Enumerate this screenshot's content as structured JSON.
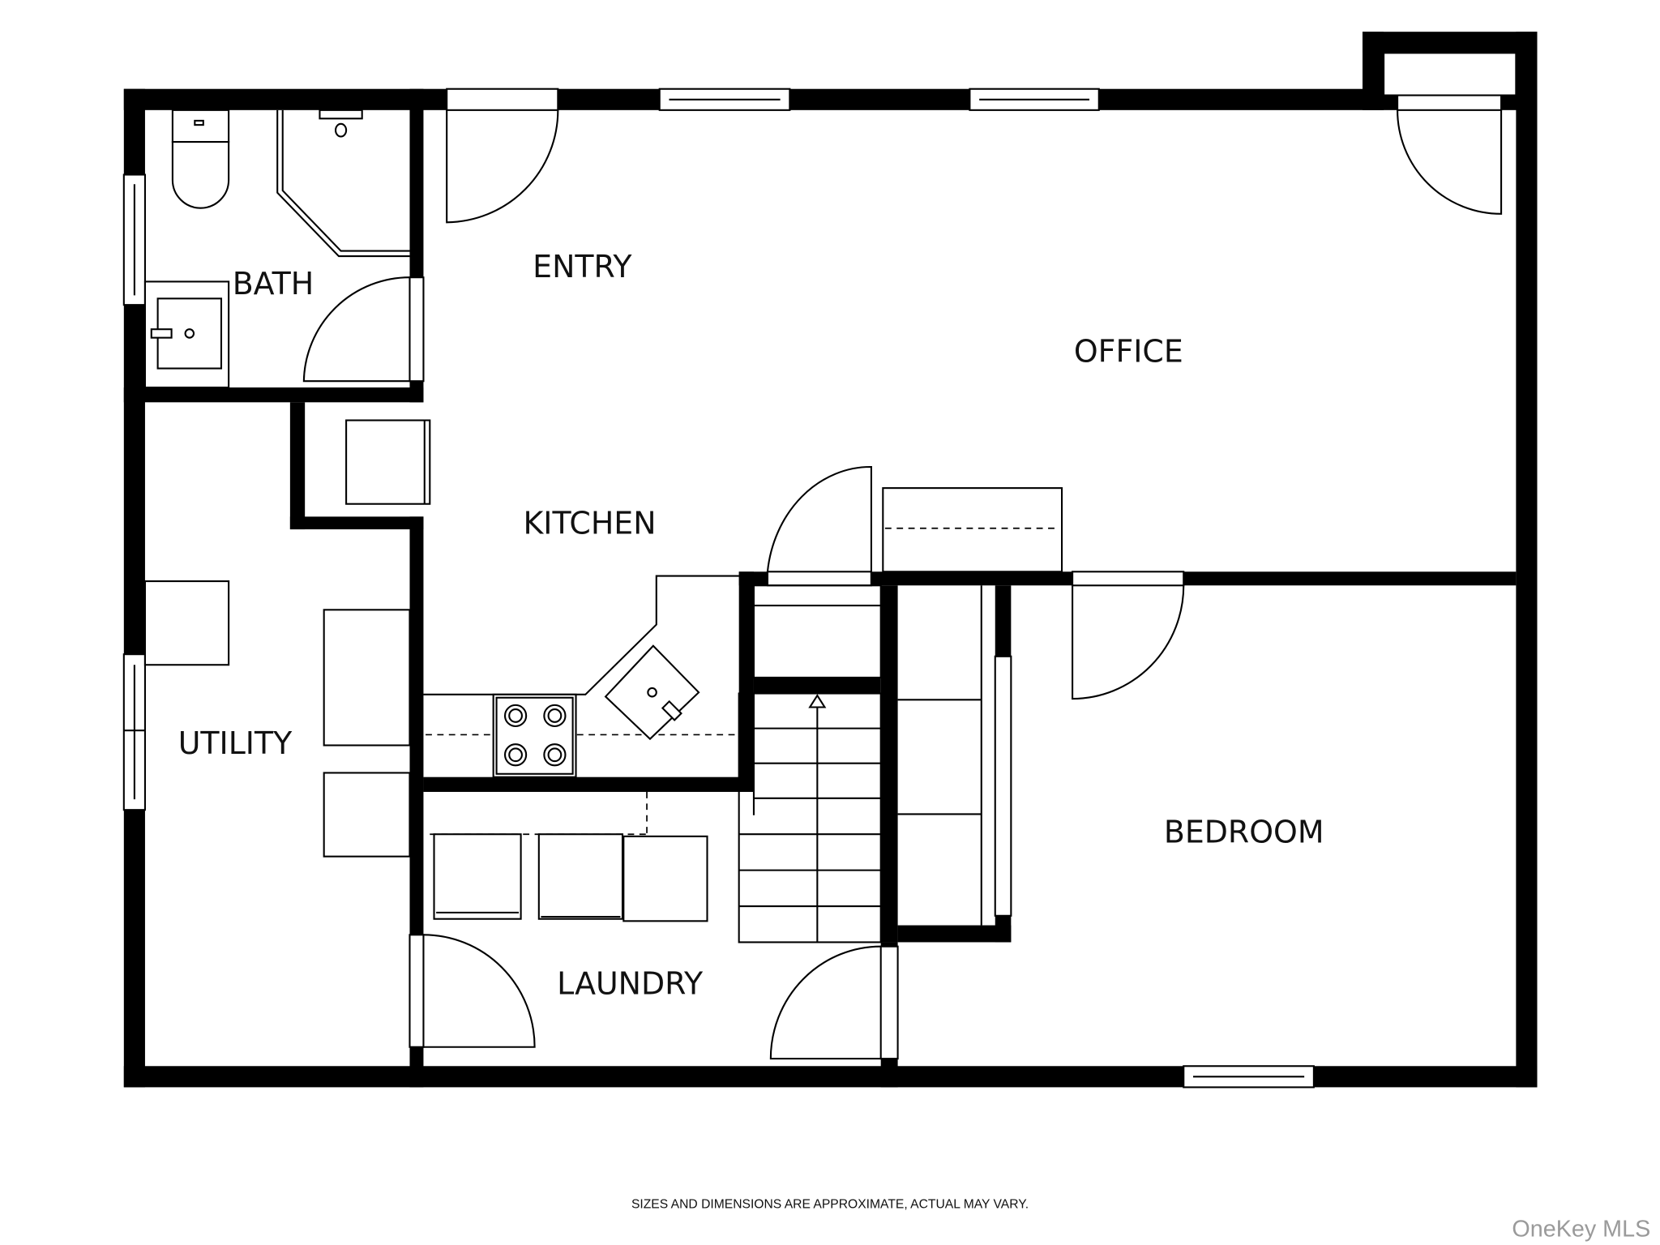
{
  "plan": {
    "rooms": {
      "bath": "BATH",
      "entry": "ENTRY",
      "office": "OFFICE",
      "kitchen": "KITCHEN",
      "utility": "UTILITY",
      "laundry": "LAUNDRY",
      "bedroom": "BEDROOM"
    },
    "disclaimer": "SIZES AND DIMENSIONS ARE APPROXIMATE, ACTUAL MAY VARY.",
    "watermark": "OneKey MLS"
  }
}
